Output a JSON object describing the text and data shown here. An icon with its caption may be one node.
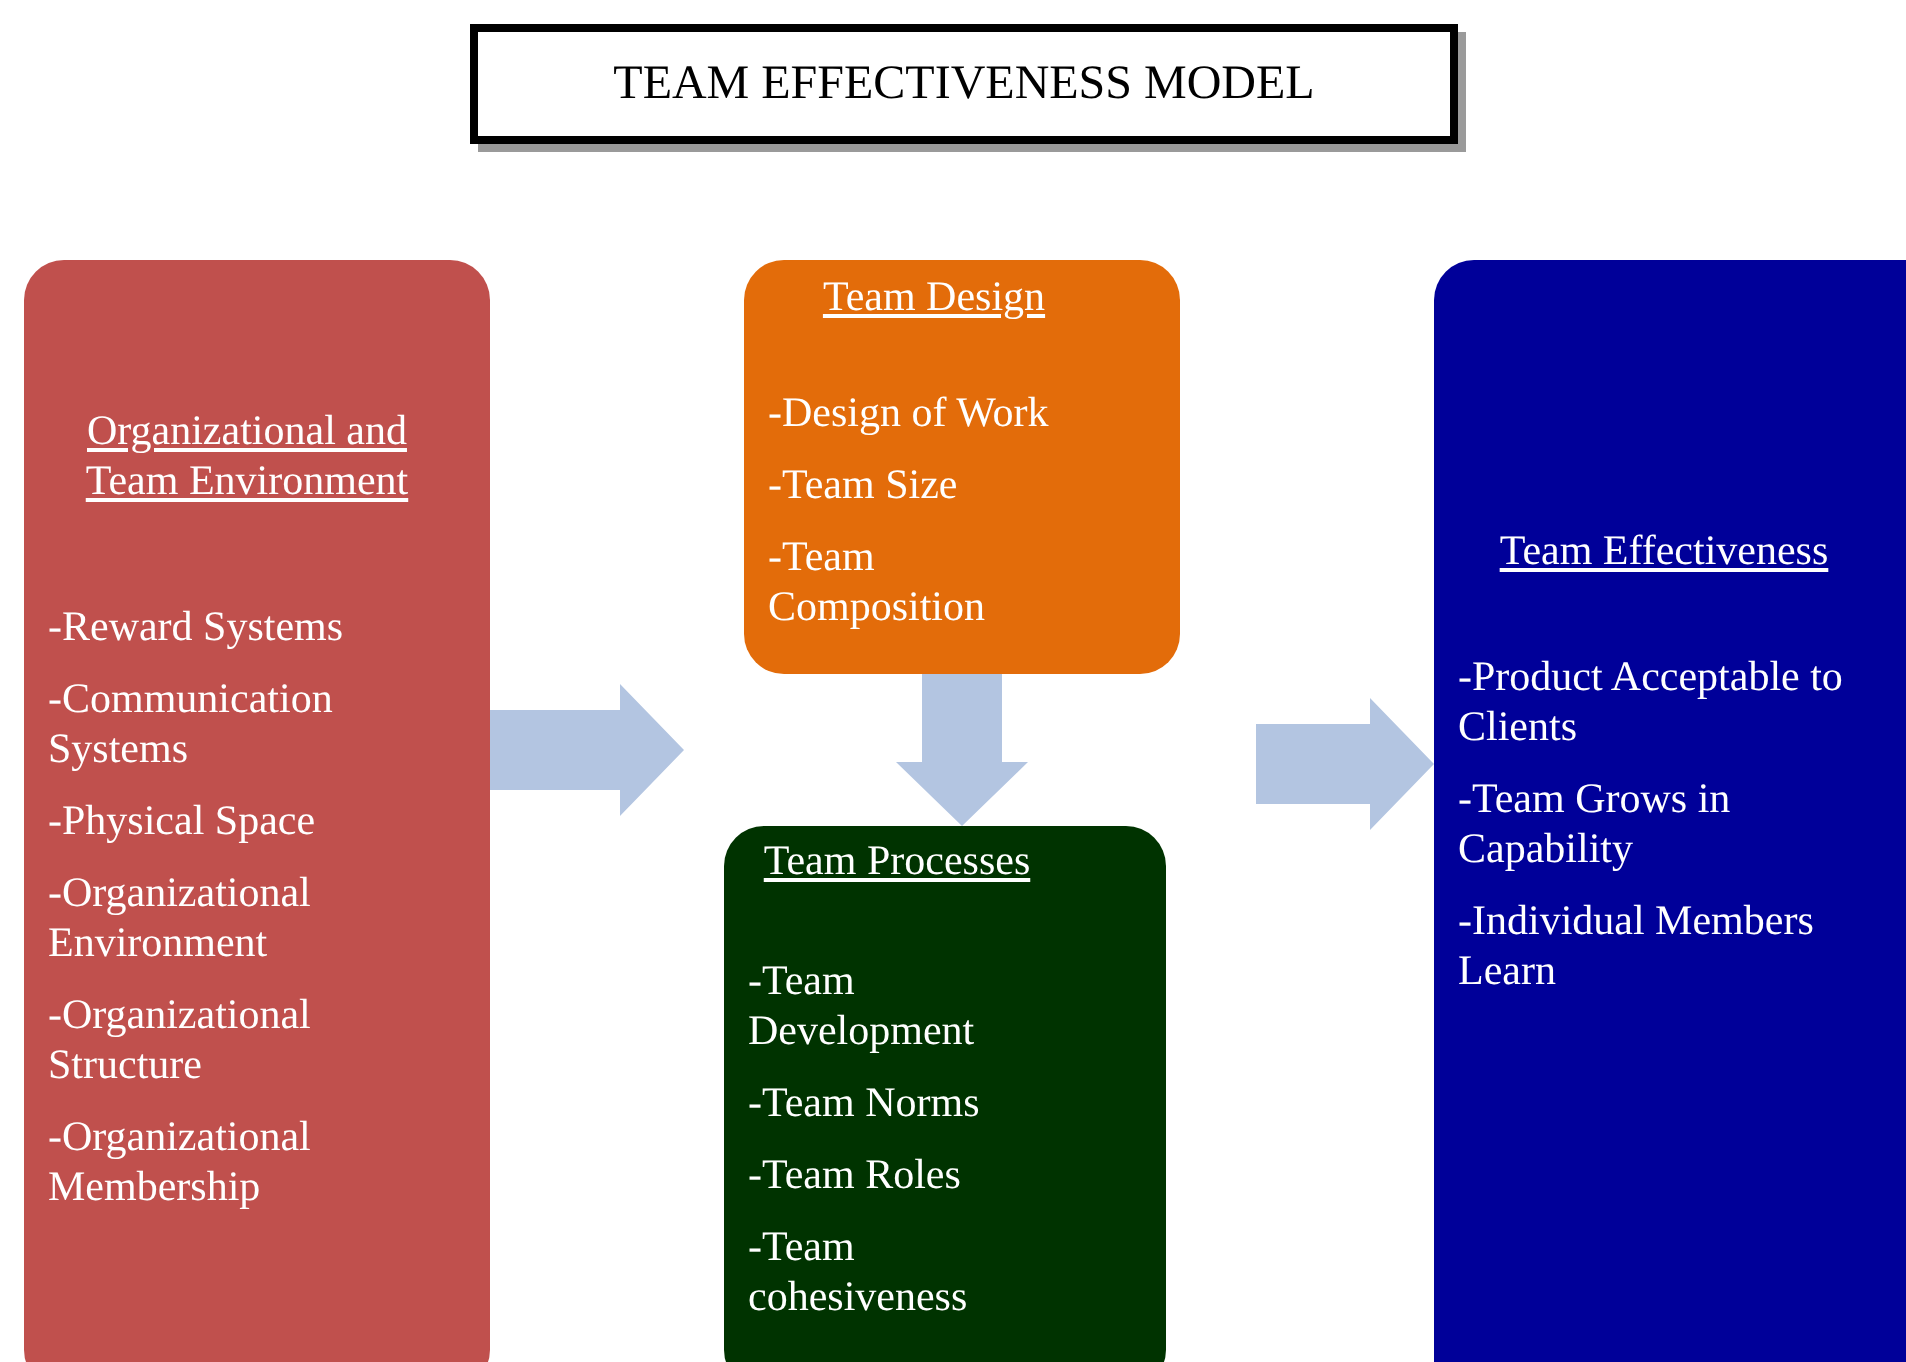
{
  "diagram": {
    "title": "TEAM EFFECTIVENESS  MODEL",
    "nodes": [
      {
        "text": [
          "Organizational  and Team Environment",
          "-Reward Systems",
          "-Communication Systems",
          "-Physical Space",
          "-Organizational Environment",
          "-Organizational Structure",
          "-Organizational Membership"
        ]
      },
      {
        "text": [
          "Team Design",
          "-Design of Work",
          "-Team Size",
          "-Team Composition"
        ]
      },
      {
        "text": [
          "Team Processes",
          "-Team Development",
          "-Team Norms",
          "-Team Roles",
          "-Team cohesiveness"
        ]
      },
      {
        "text": [
          "Team Effectiveness",
          "-Product Acceptable to Clients",
          "-Team Grows in Capability",
          "-Individual   Members Learn"
        ]
      }
    ],
    "edges": [
      {
        "from": 0,
        "to": null,
        "arrow": "to"
      },
      {
        "from": 1,
        "to": 2,
        "arrow": "to"
      },
      {
        "from": null,
        "to": 3,
        "arrow": "to"
      }
    ]
  }
}
